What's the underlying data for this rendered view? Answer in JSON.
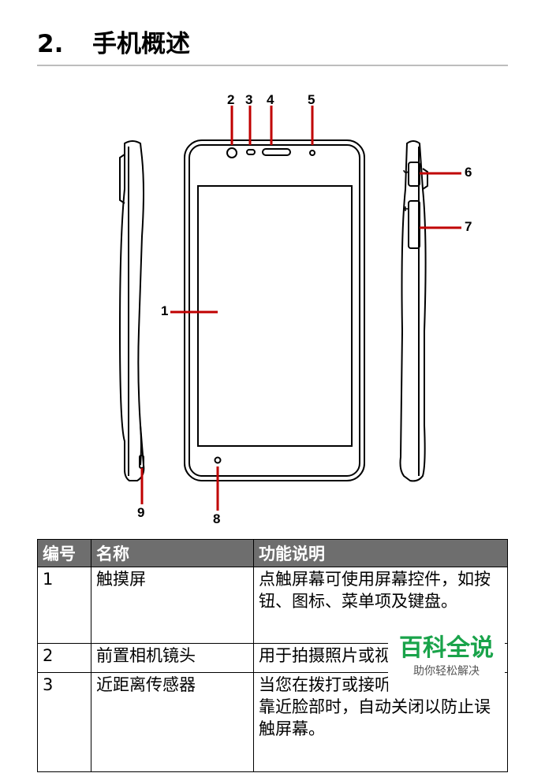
{
  "section": {
    "number": "2.",
    "title": "手机概述"
  },
  "callouts": [
    "1",
    "2",
    "3",
    "4",
    "5",
    "6",
    "7",
    "8",
    "9"
  ],
  "table": {
    "headers": [
      "编号",
      "名称",
      "功能说明"
    ],
    "rows": [
      {
        "id": "1",
        "name": "触摸屏",
        "desc": "点触屏幕可使用屏幕控件，如按钮、图标、菜单项及键盘。"
      },
      {
        "id": "2",
        "name": "前置相机镜头",
        "desc": "用于拍摄照片或视频。"
      },
      {
        "id": "3",
        "name": "近距离传感器",
        "desc": "当您在拨打或接听电话期间手机靠近脸部时，自动关闭以防止误触屏幕。"
      }
    ]
  },
  "watermark": {
    "main": "百科全说",
    "sub": "助你轻松解决"
  },
  "colors": {
    "callout_line": "#c00000",
    "header_bg": "#6e6e6e",
    "watermark_green": "#19a34a"
  }
}
